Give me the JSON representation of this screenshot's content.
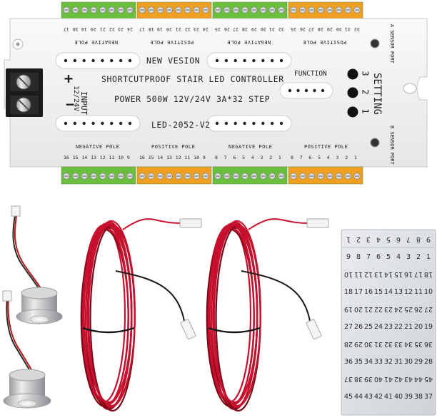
{
  "controller": {
    "title_line1": "NEW VESION",
    "title_line2": "SHORTCUTPROOF STAIR LED CONTROLLER",
    "title_line3": "POWER 500W 12V/24V 3A*32 STEP",
    "model": "LED-2052-V2",
    "input_label": "INPUT",
    "input_voltage": "12/24V",
    "plus_sign": "+",
    "minus_sign": "−",
    "function_label": "FUNCTION",
    "setting_label": "SETTING",
    "setting_numbers": [
      "3",
      "2",
      "1"
    ],
    "a_sensor_port": "A SENSOR PORT",
    "b_sensor_port": "B SENSOR PORT",
    "top_poles": [
      "NEGATIVE POLE",
      "POSITIVE POLE",
      "NEGATIVE POLE",
      "POSITIVE POLE"
    ],
    "bottom_poles": [
      "NEGATIVE POLE",
      "POSITIVE POLE",
      "NEGATIVE POLE",
      "POSITIVE POLE"
    ],
    "top_numbers": [
      [
        "17",
        "18",
        "19",
        "20",
        "21",
        "22",
        "23",
        "24"
      ],
      [
        "17",
        "18",
        "19",
        "20",
        "21",
        "22",
        "23",
        "24"
      ],
      [
        "25",
        "26",
        "27",
        "28",
        "29",
        "30",
        "31",
        "32"
      ],
      [
        "25",
        "26",
        "27",
        "28",
        "29",
        "30",
        "31",
        "32"
      ]
    ],
    "bottom_numbers": [
      [
        "16",
        "15",
        "14",
        "13",
        "12",
        "11",
        "10",
        "9"
      ],
      [
        "16",
        "15",
        "14",
        "13",
        "12",
        "11",
        "10",
        "9"
      ],
      [
        "8",
        "7",
        "6",
        "5",
        "4",
        "3",
        "2",
        "1"
      ],
      [
        "8",
        "7",
        "6",
        "5",
        "4",
        "3",
        "2",
        "1"
      ]
    ]
  },
  "sticker_sheet": {
    "rows": [
      [
        "9",
        "8",
        "7",
        "6",
        "5",
        "4",
        "3",
        "2",
        "1"
      ],
      [
        "9",
        "8",
        "7",
        "6",
        "5",
        "4",
        "3",
        "2",
        "1"
      ],
      [
        "18",
        "17",
        "16",
        "15",
        "14",
        "13",
        "12",
        "11",
        "10"
      ],
      [
        "18",
        "17",
        "16",
        "15",
        "14",
        "13",
        "12",
        "11",
        "10"
      ],
      [
        "27",
        "26",
        "25",
        "24",
        "23",
        "22",
        "21",
        "20",
        "19"
      ],
      [
        "27",
        "26",
        "25",
        "24",
        "23",
        "22",
        "21",
        "20",
        "19"
      ],
      [
        "36",
        "35",
        "34",
        "33",
        "32",
        "31",
        "30",
        "29",
        "28"
      ],
      [
        "36",
        "35",
        "34",
        "33",
        "32",
        "31",
        "30",
        "29",
        "28"
      ],
      [
        "45",
        "44",
        "43",
        "42",
        "41",
        "40",
        "39",
        "38",
        "37"
      ],
      [
        "45",
        "44",
        "43",
        "42",
        "41",
        "40",
        "39",
        "38",
        "37"
      ]
    ]
  },
  "colors": {
    "terminal_green": "#6cbf3e",
    "terminal_orange": "#f0a020",
    "case_white": "#f2f2f2",
    "wire_red": "#c8102e",
    "wire_black": "#1a1a1a",
    "sensor_silver": "#c9cbcd"
  }
}
